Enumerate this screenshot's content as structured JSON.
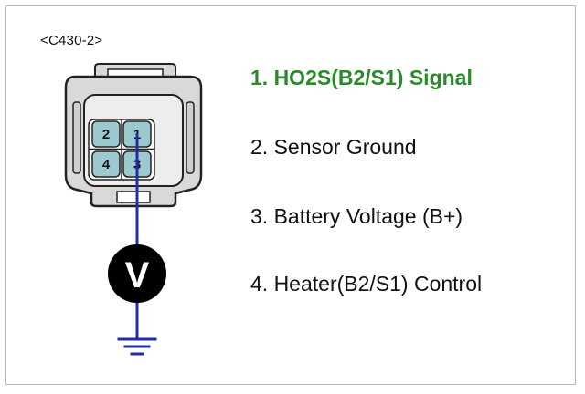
{
  "connector": {
    "label": "<C430-2>",
    "pins": [
      {
        "number": "1"
      },
      {
        "number": "2"
      },
      {
        "number": "3"
      },
      {
        "number": "4"
      }
    ],
    "body_color": "#d9d9d9",
    "pin_color": "#9cc9cf"
  },
  "meter": {
    "symbol": "V",
    "fill_color": "#000000"
  },
  "probe_wire_color": "#1f2ea8",
  "legend": {
    "highlight_color": "#2a8a2a",
    "items": [
      {
        "label": "1. HO2S(B2/S1) Signal",
        "highlighted": true
      },
      {
        "label": "2. Sensor Ground",
        "highlighted": false
      },
      {
        "label": "3. Battery Voltage (B+)",
        "highlighted": false
      },
      {
        "label": "4. Heater(B2/S1) Control",
        "highlighted": false
      }
    ]
  }
}
